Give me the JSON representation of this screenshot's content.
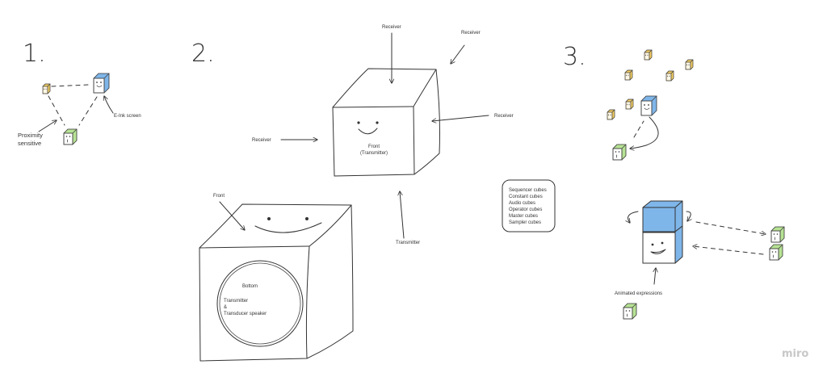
{
  "section_numbers": [
    "1.",
    "2.",
    "3."
  ],
  "section1": {
    "proximity_label_line1": "Proximity",
    "proximity_label_line2": "sensitive",
    "eink_label": "E-Ink screen"
  },
  "section2": {
    "receiver_top": "Receiver",
    "receiver_top_right": "Receiver",
    "receiver_right": "Receiver",
    "receiver_left": "Receiver",
    "front_label_line1": "Front",
    "front_label_line2": "(Transmitter)",
    "transmitter_label": "Transmitter",
    "cube_front_label": "Front",
    "bottom_label": "Bottom",
    "speaker_line1": "Transmitter",
    "speaker_line2": "&",
    "speaker_line3": "Transducer speaker"
  },
  "cube_types": [
    "Sequencer cubes",
    "Constant cubes",
    "Audio cubes",
    "Operator cubes",
    "Master cubes",
    "Sampler cubes"
  ],
  "section3": {
    "animated_label": "Animated expressions"
  },
  "colors": {
    "blue": "#7fb6ea",
    "yellow": "#f5cf63",
    "green": "#b7e394",
    "ink": "#333333"
  },
  "watermark": "miro"
}
